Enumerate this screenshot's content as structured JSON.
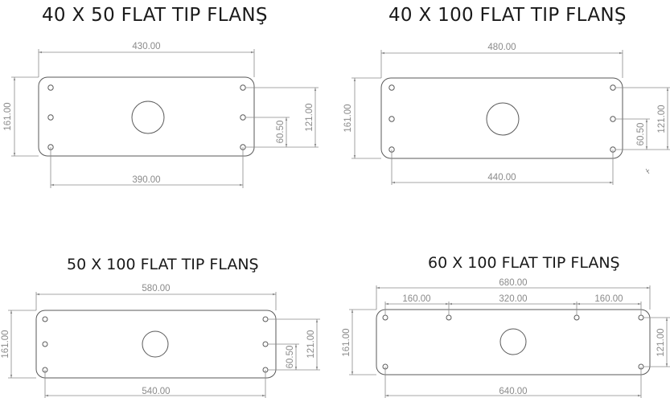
{
  "flanges": [
    {
      "title": "40 X 50 FLAT TIP FLANŞ",
      "dims": {
        "overall_width": "430.00",
        "hole_spacing": "390.00",
        "height": "161.00",
        "hole_span_v": "121.00",
        "hole_pitch_v": "60.50"
      }
    },
    {
      "title": "40 X 100 FLAT TIP FLANŞ",
      "dims": {
        "overall_width": "480.00",
        "hole_spacing": "440.00",
        "height": "161.00",
        "hole_span_v": "121.00",
        "hole_pitch_v": "60.50"
      }
    },
    {
      "title": "50 X 100 FLAT TIP FLANŞ",
      "dims": {
        "overall_width": "580.00",
        "hole_spacing": "540.00",
        "height": "161.00",
        "hole_span_v": "121.00",
        "hole_pitch_v": "60.50"
      }
    },
    {
      "title": "60 X 100 FLAT TIP FLANŞ",
      "dims": {
        "overall_width": "680.00",
        "hole_spacing": "640.00",
        "height": "161.00",
        "hole_span_v": "121.00",
        "seg_left": "160.00",
        "seg_mid": "320.00",
        "seg_right": "160.00"
      }
    }
  ],
  "colors": {
    "outline": "#5a5a5a",
    "dimension": "#8a8a8a",
    "title": "#1a1a1a"
  }
}
